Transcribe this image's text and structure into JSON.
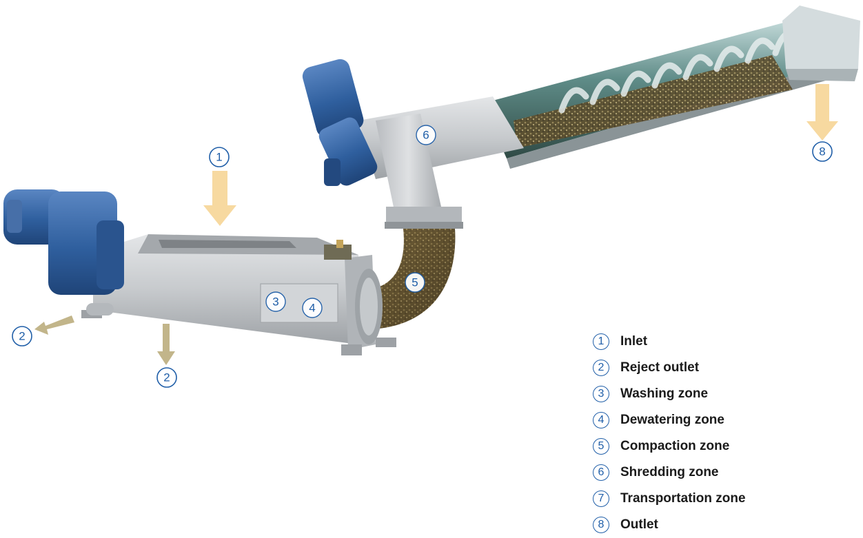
{
  "colors": {
    "badge": "#1f5ea8",
    "motor_blue": "#2f5f9e",
    "steel": "#c9ccd0",
    "inlet_arrow": "#f7d9a0",
    "reject_arrow": "#c2b58a",
    "screenings": "#6b5a35"
  },
  "callouts": {
    "inlet": "1",
    "reject_a": "2",
    "reject_b": "2",
    "washing": "3",
    "dewatering": "4",
    "compaction": "5",
    "shredding": "6",
    "outlet": "8"
  },
  "legend": [
    {
      "num": "1",
      "label": "Inlet"
    },
    {
      "num": "2",
      "label": "Reject outlet"
    },
    {
      "num": "3",
      "label": "Washing zone"
    },
    {
      "num": "4",
      "label": "Dewatering zone"
    },
    {
      "num": "5",
      "label": "Compaction zone"
    },
    {
      "num": "6",
      "label": "Shredding zone"
    },
    {
      "num": "7",
      "label": "Transportation zone"
    },
    {
      "num": "8",
      "label": "Outlet"
    }
  ]
}
